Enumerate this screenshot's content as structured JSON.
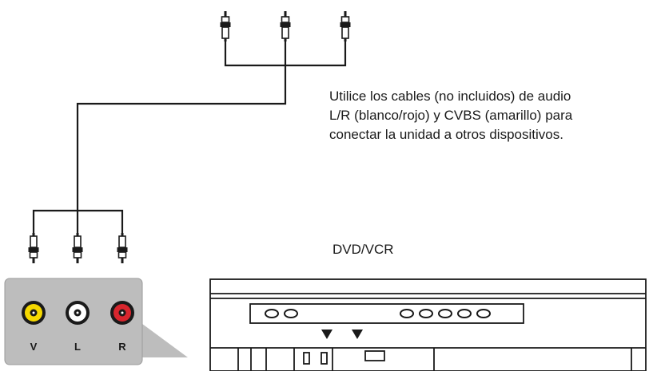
{
  "instructions": {
    "line1": "Utilice los cables (no incluidos) de audio",
    "line2": "L/R (blanco/rojo) y CVBS (amarillo) para",
    "line3": "conectar la unidad a otros dispositivos."
  },
  "device": {
    "label": "DVD/VCR"
  },
  "jacks": [
    {
      "label": "V",
      "color": "#f5d800"
    },
    {
      "label": "L",
      "color": "#ffffff"
    },
    {
      "label": "R",
      "color": "#d8262e"
    }
  ],
  "colors": {
    "line": "#1a1a1a",
    "panel": "#bdbdbd",
    "panel_border": "#9a9a9a"
  },
  "icons": [
    "rca-plug-icon",
    "rca-jack-icon",
    "down-arrow-icon"
  ]
}
